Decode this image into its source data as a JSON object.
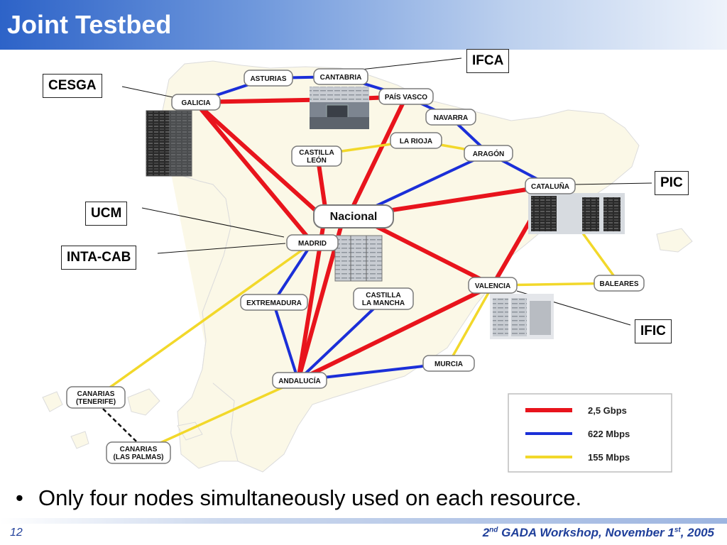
{
  "slide": {
    "title": "Joint Testbed",
    "bullet": "Only four nodes simultaneously used on each resource.",
    "page_number": "12",
    "footer": {
      "ordinal_num": "2",
      "ordinal_suffix": "nd",
      "middle": " GADA Workshop, November 1",
      "day_suffix": "st",
      "year": ", 2005"
    }
  },
  "callouts": {
    "ifca": "IFCA",
    "cesga": "CESGA",
    "pic": "PIC",
    "ucm": "UCM",
    "inta_cab": "INTA-CAB",
    "ific": "IFIC"
  },
  "nodes": {
    "asturias": "ASTURIAS",
    "cantabria": "CANTABRIA",
    "galicia": "GALICIA",
    "pais_vasco": "PAÍS VASCO",
    "navarra": "NAVARRA",
    "la_rioja": "LA RIOJA",
    "castilla_leon_1": "CASTILLA",
    "castilla_leon_2": "LEÓN",
    "aragon": "ARAGÓN",
    "cataluna": "CATALUÑA",
    "nacional": "Nacional",
    "madrid": "MADRID",
    "extremadura": "EXTREMADURA",
    "castilla_mancha_1": "CASTILLA",
    "castilla_mancha_2": "LA MANCHA",
    "valencia": "VALENCIA",
    "baleares": "BALEARES",
    "murcia": "MURCIA",
    "andalucia": "ANDALUCÍA",
    "canarias_tenerife_1": "CANARIAS",
    "canarias_tenerife_2": "(TENERIFE)",
    "canarias_laspalmas_1": "CANARIAS",
    "canarias_laspalmas_2": "(LAS PALMAS)"
  },
  "legend": {
    "items": [
      {
        "label": "2,5 Gbps",
        "color": "#e8141c"
      },
      {
        "label": "622 Mbps",
        "color": "#1b2fd8"
      },
      {
        "label": "155 Mbps",
        "color": "#f2d82a"
      }
    ]
  },
  "colors": {
    "gbps_link": "#e8141c",
    "mbps622_link": "#1b2fd8",
    "mbps155_link": "#f2d82a",
    "land": "#fbf8e7"
  }
}
